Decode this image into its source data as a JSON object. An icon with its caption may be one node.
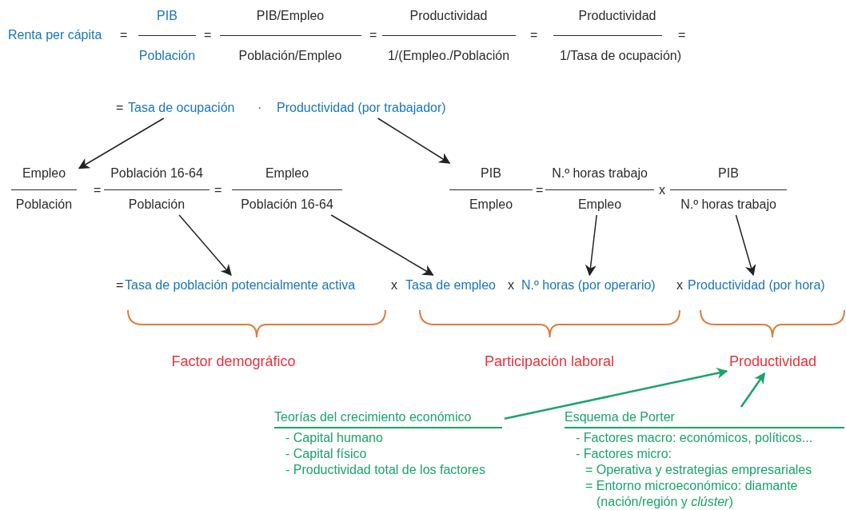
{
  "diagram": {
    "nodes": [
      {
        "text": [
          "Tasa de ocupación"
        ]
      },
      {
        "text": [
          "Productividad (por trabajador)"
        ]
      },
      {
        "text": [
          "Empleo",
          "Población"
        ]
      },
      {
        "text": [
          "Población 16-64",
          "Población"
        ]
      },
      {
        "text": [
          "Empleo",
          "Población 16-64"
        ]
      },
      {
        "text": [
          "PIB",
          "Empleo"
        ]
      },
      {
        "text": [
          "N.º horas trabajo",
          "Empleo"
        ]
      },
      {
        "text": [
          "PIB",
          "N.º horas trabajo"
        ]
      },
      {
        "text": [
          "Tasa de población potencialmente activa"
        ]
      },
      {
        "text": [
          "Tasa de empleo"
        ]
      },
      {
        "text": [
          "N.º horas (por operario)"
        ]
      },
      {
        "text": [
          "Productividad (por hora)"
        ]
      },
      {
        "text": [
          "Productividad"
        ]
      },
      {
        "text": [
          "Teorías del crecimiento económico",
          "- Capital humano",
          "- Capital físico",
          "- Productividad total de los factores"
        ]
      },
      {
        "text": [
          "Esquema de Porter",
          "- Factores macro: económicos, políticos...",
          "- Factores micro:",
          "= Operativa y estrategias empresariales",
          "= Entorno microeconómico: diamante (nación/región y *clúster*)"
        ]
      }
    ],
    "edges": [
      {
        "from": 0,
        "to": 2,
        "arrow": "to"
      },
      {
        "from": 1,
        "to": 5,
        "arrow": "to"
      },
      {
        "from": 3,
        "to": 8,
        "arrow": "to"
      },
      {
        "from": 4,
        "to": 9,
        "arrow": "to"
      },
      {
        "from": 6,
        "to": 10,
        "arrow": "to"
      },
      {
        "from": 7,
        "to": 11,
        "arrow": "to"
      },
      {
        "from": 13,
        "to": 12,
        "arrow": "to",
        "color": "#1aa36b"
      },
      {
        "from": 14,
        "to": 12,
        "arrow": "to",
        "color": "#1aa36b"
      }
    ],
    "labels": [
      "Renta per cápita",
      "=",
      "PIB",
      "Población",
      "=",
      "PIB/Empleo",
      "Población/Empleo",
      "=",
      "Productividad",
      "1/(Empleo./Población",
      "=",
      "Productividad",
      "1/Tasa de ocupación)",
      "=",
      "=",
      "·",
      "=",
      "=",
      "=",
      "x",
      "=",
      "x",
      "x",
      "x",
      "Factor demográfico",
      "Participación laboral"
    ]
  }
}
